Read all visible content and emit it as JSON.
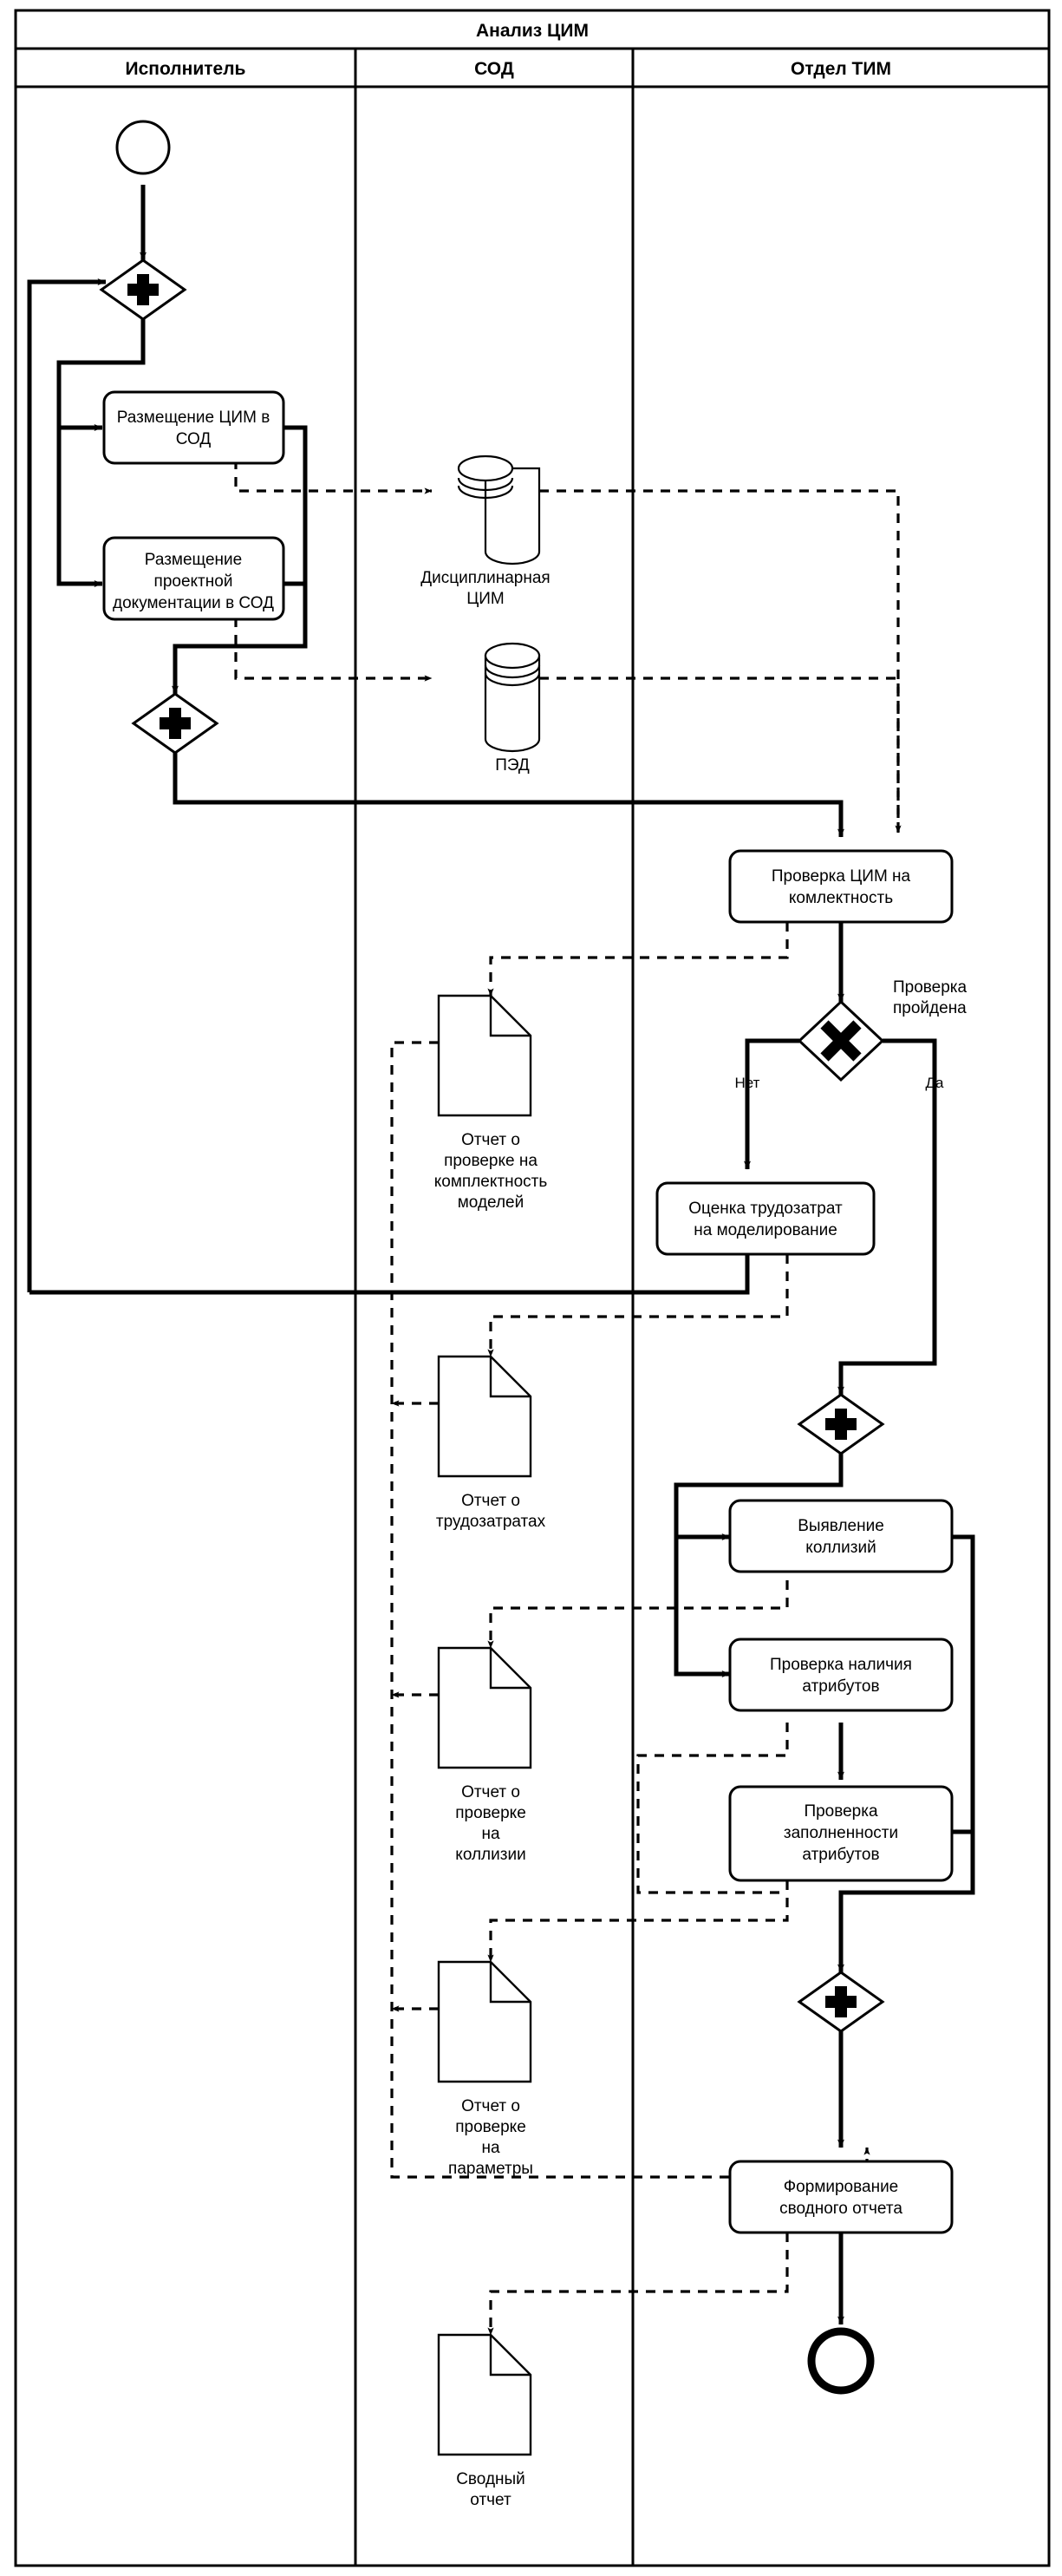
{
  "diagram": {
    "title": "Анализ ЦИМ",
    "type": "bpmn-process-diagram",
    "lanes": [
      {
        "id": "lane-performer",
        "label": "Исполнитель"
      },
      {
        "id": "lane-cde",
        "label": "СОД"
      },
      {
        "id": "lane-bim",
        "label": "Отдел ТИМ"
      }
    ],
    "events": [
      {
        "id": "start-event",
        "kind": "start",
        "label": ""
      },
      {
        "id": "end-event",
        "kind": "end",
        "label": ""
      }
    ],
    "gateways": [
      {
        "id": "gw-parallel-split-1",
        "kind": "parallel",
        "symbol": "+",
        "label": ""
      },
      {
        "id": "gw-parallel-join-1",
        "kind": "parallel",
        "symbol": "+",
        "label": ""
      },
      {
        "id": "gw-exclusive-check",
        "kind": "exclusive",
        "symbol": "X",
        "label": "Проверка пройдена"
      },
      {
        "id": "gw-parallel-split-2",
        "kind": "parallel",
        "symbol": "+",
        "label": ""
      },
      {
        "id": "gw-parallel-join-2",
        "kind": "parallel",
        "symbol": "+",
        "label": ""
      }
    ],
    "gateway_flow_labels": [
      {
        "id": "flow-no",
        "label": "Нет"
      },
      {
        "id": "flow-yes",
        "label": "Да"
      }
    ],
    "tasks": [
      {
        "id": "task-place-cim",
        "lane": "lane-performer",
        "label": "Размещение ЦИМ в СОД",
        "lines": [
          "Размещение ЦИМ в",
          "СОД"
        ]
      },
      {
        "id": "task-place-docs",
        "lane": "lane-performer",
        "label": "Размещение проектной документации в СОД",
        "lines": [
          "Размещение",
          "проектной",
          "документации в СОД"
        ]
      },
      {
        "id": "task-check-completeness",
        "lane": "lane-bim",
        "label": "Проверка ЦИМ на комлектность",
        "lines": [
          "Проверка ЦИМ на",
          "комлектность"
        ]
      },
      {
        "id": "task-estimate-effort",
        "lane": "lane-bim",
        "label": "Оценка трудозатрат на моделирование",
        "lines": [
          "Оценка трудозатрат",
          "на моделирование"
        ]
      },
      {
        "id": "task-detect-clashes",
        "lane": "lane-bim",
        "label": "Выявление коллизий",
        "lines": [
          "Выявление",
          "коллизий"
        ]
      },
      {
        "id": "task-check-attr-presence",
        "lane": "lane-bim",
        "label": "Проверка наличия атрибутов",
        "lines": [
          "Проверка наличия",
          "атрибутов"
        ]
      },
      {
        "id": "task-check-attr-filled",
        "lane": "lane-bim",
        "label": "Проверка заполненности атрибутов",
        "lines": [
          "Проверка",
          "заполненности",
          "атрибутов"
        ]
      },
      {
        "id": "task-build-summary",
        "lane": "lane-bim",
        "label": "Формирование сводного отчета",
        "lines": [
          "Формирование",
          "сводного отчета"
        ]
      }
    ],
    "data_stores": [
      {
        "id": "store-discipline-cim",
        "lane": "lane-cde",
        "label": "Дисциплинарная ЦИМ",
        "lines": [
          "Дисциплинарная",
          "ЦИМ"
        ]
      },
      {
        "id": "store-ped",
        "lane": "lane-cde",
        "label": "ПЭД",
        "lines": [
          "ПЭД"
        ]
      }
    ],
    "documents": [
      {
        "id": "doc-completeness-report",
        "lane": "lane-cde",
        "label": "Отчет о проверке на комплектность моделей",
        "lines": [
          "Отчет о",
          "проверке на",
          "комплектность",
          "моделей"
        ]
      },
      {
        "id": "doc-effort-report",
        "lane": "lane-cde",
        "label": "Отчет о трудозатратах",
        "lines": [
          "Отчет о",
          "трудозатратах"
        ]
      },
      {
        "id": "doc-clash-report",
        "lane": "lane-cde",
        "label": "Отчет о проверке на коллизии",
        "lines": [
          "Отчет о",
          "проверке",
          "на",
          "коллизии"
        ]
      },
      {
        "id": "doc-parameter-report",
        "lane": "lane-cde",
        "label": "Отчет о проверке на параметры",
        "lines": [
          "Отчет о",
          "проверке",
          "на",
          "параметры"
        ]
      },
      {
        "id": "doc-summary-report",
        "lane": "lane-cde",
        "label": "Сводный отчет",
        "lines": [
          "Сводный",
          "отчет"
        ]
      }
    ],
    "colors": {
      "stroke": "#000000",
      "fill": "#ffffff",
      "background": "#ffffff"
    }
  }
}
